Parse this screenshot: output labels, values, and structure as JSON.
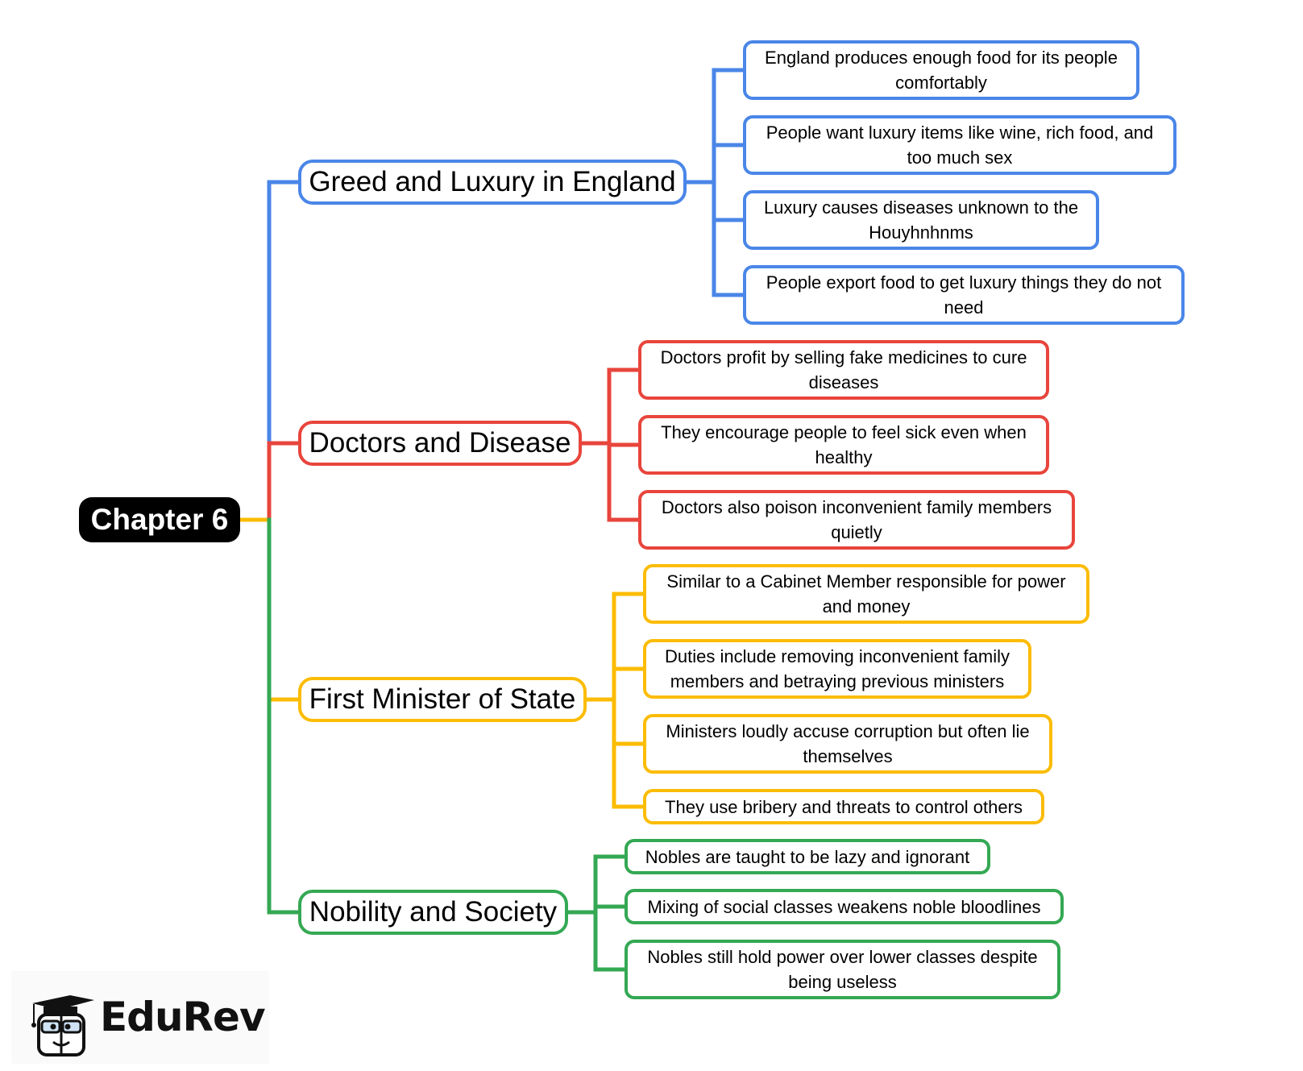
{
  "title": "Chapter 6",
  "colors": {
    "blue": "#4a86e8",
    "red": "#e8453c",
    "yellow": "#fbbc04",
    "green": "#34a853",
    "root_bg": "#000000"
  },
  "branches": [
    {
      "label": "Greed and Luxury in England",
      "color": "blue",
      "children": [
        "England produces enough food for its people comfortably",
        "People want luxury items like wine, rich food, and too much sex",
        "Luxury causes diseases unknown to the Houyhnhnms",
        "People export food to get luxury things they do not need"
      ]
    },
    {
      "label": "Doctors and Disease",
      "color": "red",
      "children": [
        "Doctors profit by selling fake medicines to cure diseases",
        "They encourage people to feel sick even when healthy",
        "Doctors also poison inconvenient family members quietly"
      ]
    },
    {
      "label": "First Minister of State",
      "color": "yellow",
      "children": [
        "Similar to a Cabinet Member responsible for power and money",
        "Duties include removing inconvenient family members and betraying previous ministers",
        "Ministers loudly accuse corruption but often lie themselves",
        "They use bribery and threats to control others"
      ]
    },
    {
      "label": "Nobility and Society",
      "color": "green",
      "children": [
        "Nobles are taught to be lazy and ignorant",
        "Mixing of social classes weakens noble bloodlines",
        "Nobles still hold power over lower classes despite being useless"
      ]
    }
  ],
  "logo": {
    "text": "EduRev",
    "icon": "graduation-cap-mascot-icon"
  }
}
